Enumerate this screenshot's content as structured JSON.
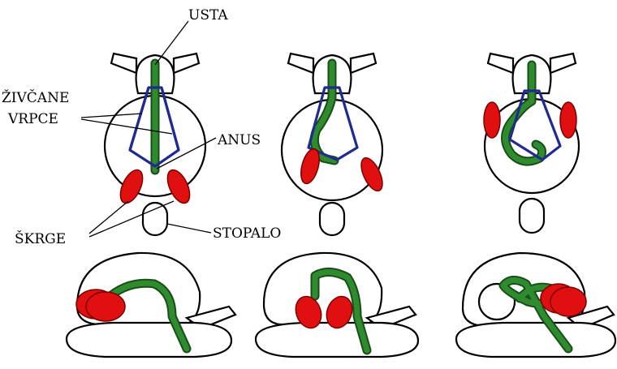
{
  "labels": {
    "mouth": "USTA",
    "nerve_cords_line1": "ŽIVČANE",
    "nerve_cords_line2": "VRPCE",
    "anus": "ANUS",
    "gills": "ŠKRGE",
    "foot": "STOPALO"
  },
  "colors": {
    "gut": "#2e8b2e",
    "nerve_cords": "#1f2b8f",
    "gills": "#e01010",
    "outline": "#000000",
    "background": "#ffffff"
  }
}
